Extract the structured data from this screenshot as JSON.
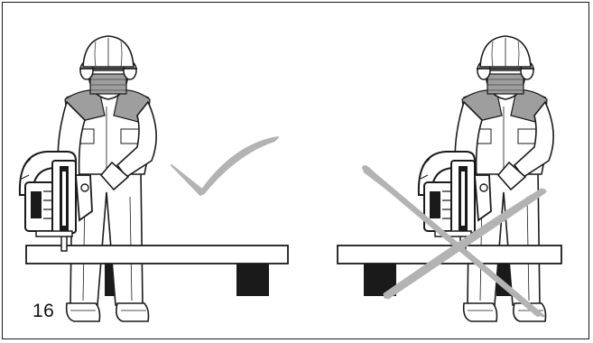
{
  "figure": {
    "number": "16",
    "panels": [
      {
        "id": "correct",
        "verdict": "check-mark",
        "mark_color": "#b3b3b3"
      },
      {
        "id": "incorrect",
        "verdict": "x-mark",
        "mark_color": "#b3b3b3"
      }
    ],
    "colors": {
      "line": "#1a1a1a",
      "shade": "#9e9e9e",
      "block": "#1a1a1a",
      "mark": "#b3b3b3"
    }
  }
}
